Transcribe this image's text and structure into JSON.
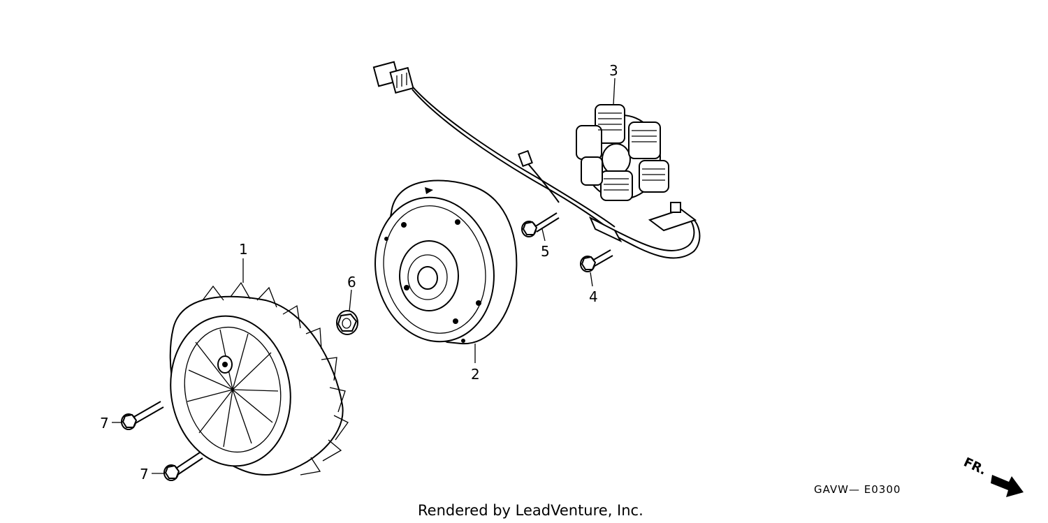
{
  "callouts": [
    {
      "id": "1",
      "text": "1"
    },
    {
      "id": "2",
      "text": "2"
    },
    {
      "id": "3",
      "text": "3"
    },
    {
      "id": "4",
      "text": "4"
    },
    {
      "id": "5",
      "text": "5"
    },
    {
      "id": "6",
      "text": "6"
    },
    {
      "id": "7a",
      "text": "7"
    },
    {
      "id": "7b",
      "text": "7"
    }
  ],
  "diagram_code": "GAVW— E0300",
  "direction_label": "FR.",
  "footer": "Rendered by LeadVenture, Inc."
}
